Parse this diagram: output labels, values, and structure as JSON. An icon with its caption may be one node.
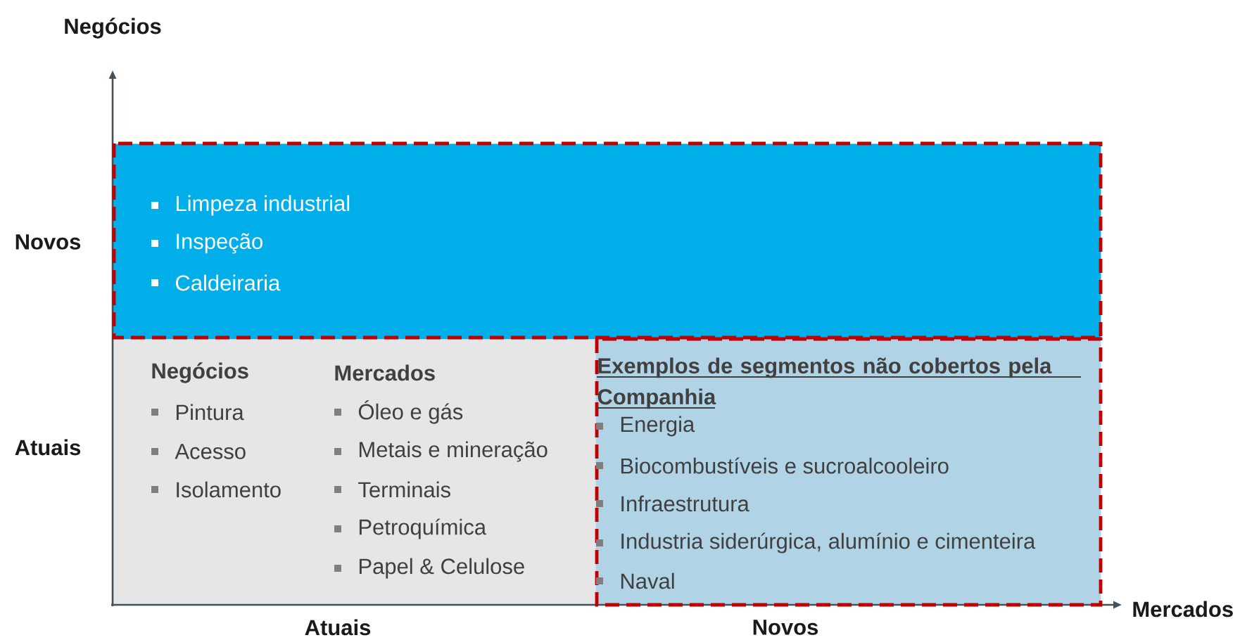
{
  "diagram": {
    "nodes": [
      {
        "text": [
          "Limpeza industrial",
          "Inspeção",
          "Caldeiraria"
        ]
      },
      {
        "text": [
          "Negócios",
          "Pintura",
          "Acesso",
          "Isolamento",
          "Mercados",
          "Óleo e gás",
          "Metais e mineração",
          "Terminais",
          "Petroquímica",
          "Papel & Celulose"
        ]
      },
      {
        "text": [
          "Exemplos de segmentos não cobertos pela Companhia",
          "Energia",
          "Biocombustíveis e sucroalcooleiro",
          "Infraestrutura",
          "Industria siderúrgica, alumínio e cimenteira",
          "Naval"
        ]
      }
    ],
    "labels": [
      "Negócios",
      "Novos",
      "Atuais",
      "Atuais",
      "Novos",
      "Mercados"
    ]
  }
}
